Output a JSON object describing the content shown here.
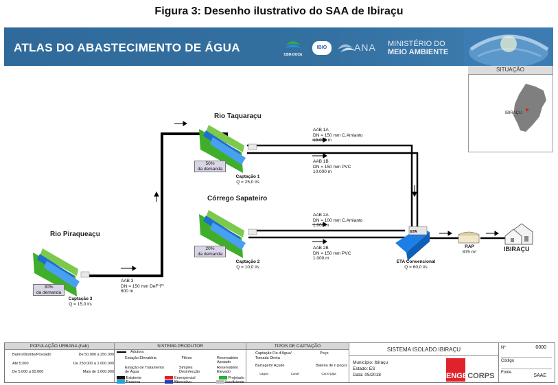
{
  "figure_title": "Figura 3: Desenho ilustrativo do SAA de Ibiraçu",
  "banner": {
    "title": "ATLAS DO ABASTECIMENTO DE ÁGUA",
    "logo_cbh": "CBH-DOCE",
    "logo_ibio": "IBIO",
    "logo_ana": "ANA",
    "ministry_line1": "MINISTÉRIO DO",
    "ministry_line2": "MEIO AMBIENTE",
    "colors": {
      "banner": "#2f6a9a",
      "water": "#1d6fd0",
      "green": "#3fae2a"
    }
  },
  "situacao": {
    "title": "SITUAÇÃO",
    "city_label": "IBIRAÇU"
  },
  "rivers": {
    "taquaracu": "Rio Taquaraçu",
    "sapateiro": "Córrego Sapateiro",
    "piraqueacu": "Rio Piraqueaçu"
  },
  "captures": [
    {
      "name": "Captação 1",
      "flow": "Q = 25,0 l/s",
      "demand_pct": "50%",
      "demand_label": "da demanda"
    },
    {
      "name": "Captação 2",
      "flow": "Q = 10,0 l/s",
      "demand_pct": "20%",
      "demand_label": "da demanda"
    },
    {
      "name": "Captação 3",
      "flow": "Q = 15,0 l/s",
      "demand_pct": "30%",
      "demand_label": "da demanda"
    }
  ],
  "pipes": {
    "aab1a": {
      "name": "AAB 1A",
      "dn": "DN = 150 mm C.Amianto",
      "length": "10.000 m"
    },
    "aab1b": {
      "name": "AAB 1B",
      "dn": "DN = 150 mm PVC",
      "length": "10.000 m"
    },
    "aab2a": {
      "name": "AAB 2A",
      "dn": "DN = 100 mm C.Amianto",
      "length": "1.000 m"
    },
    "aab2b": {
      "name": "AAB 2B",
      "dn": "DN = 150 mm PVC",
      "length": "1.000 m"
    },
    "aab3": {
      "name": "AAB 3",
      "dn": "DN = 150 mm DeF°F°",
      "length": "600 m"
    }
  },
  "eta": {
    "tag": "ETA",
    "name": "ETA Convencional",
    "flow": "Q = 60,0 l/s"
  },
  "rap": {
    "name": "RAP",
    "volume": "875 m³"
  },
  "city": "IBIRAÇU",
  "legend": {
    "pop_head": "POPULAÇÃO URBANA (hab)",
    "pop_items": [
      "Bairro/Distrito/Povoado",
      "De 50.000 a 250.000",
      "Até 5.000",
      "De 250.000 a 1.000.000",
      "De 5.000 a 50.000",
      "Mais de 1.000.000"
    ],
    "prod_head": "SISTEMA PRODUTOR",
    "prod_items": [
      "Adutora",
      "Estação Elevatória",
      "Filtros",
      "Reservatório Apoiado",
      "Estação de Tratamento de Água",
      "Simples Desinfecção",
      "Reservatório Elevado"
    ],
    "status_items": [
      "Existente",
      "Emergencial",
      "Projetado",
      "Reserva",
      "Alternativo",
      "Insuficiente"
    ],
    "tipo_head": "TIPOS DE CAPTAÇÃO",
    "tipo_items": [
      "Captação Fio d'Água/ Tomada Direta",
      "Poço",
      "Barragem/ Açude",
      "Bateria de n poços",
      "Lagoa",
      "Canal",
      "Carro-pipa"
    ],
    "system_title": "SISTEMA ISOLADO IBIRAÇU",
    "municipio": "Município: Ibiraçu",
    "estado": "Estado: ES",
    "data": "Data: 05/2018",
    "engecorps_a": "ENGE",
    "engecorps_b": "CORPS",
    "no_label": "Nº",
    "no_value": "0000",
    "codigo_label": "Código",
    "fonte_label": "Fonte",
    "fonte_value": "SAAE"
  }
}
